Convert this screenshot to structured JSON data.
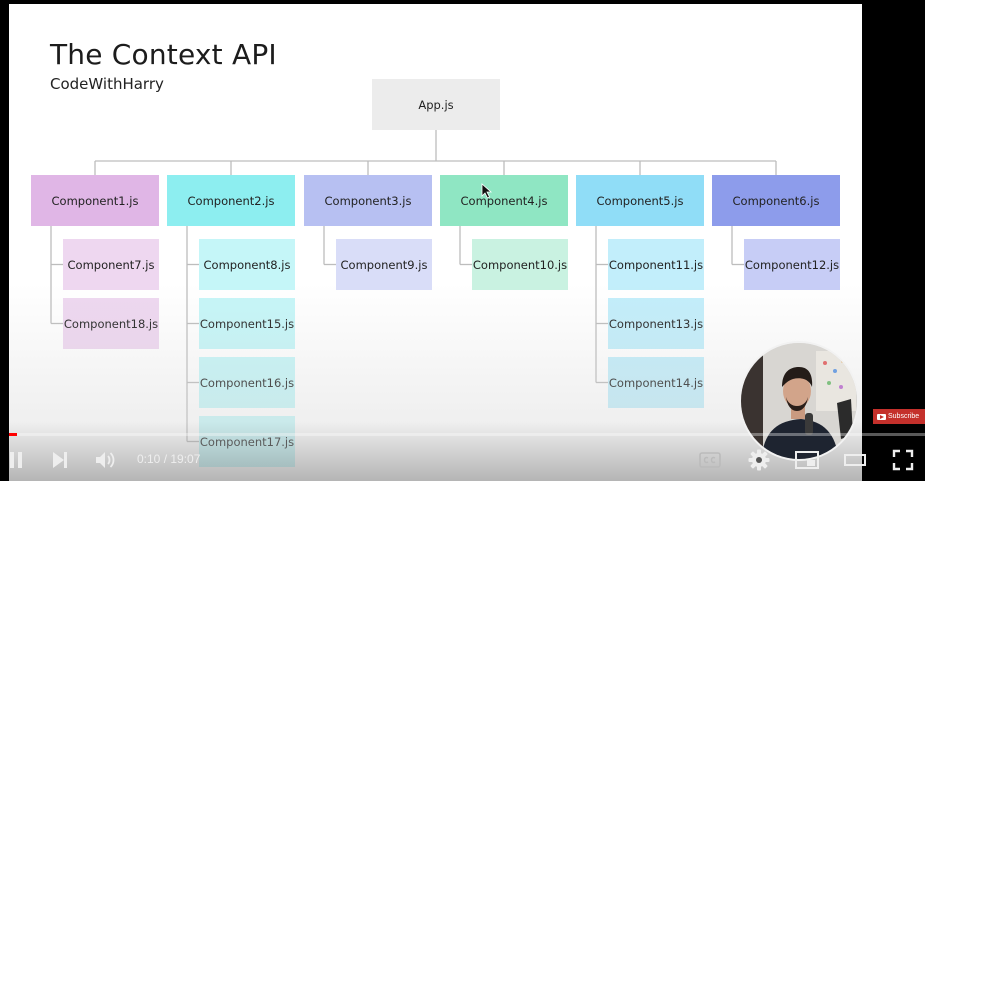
{
  "slide": {
    "title": "The Context API",
    "subtitle": "CodeWithHarry"
  },
  "tree": {
    "root": "App.js",
    "columns": [
      {
        "label": "Component1.js",
        "color": "#e0b6e6",
        "child_color": "#eed7f0",
        "children": [
          "Component7.js",
          "Component18.js"
        ]
      },
      {
        "label": "Component2.js",
        "color": "#8deef0",
        "child_color": "#c5f6f8",
        "children": [
          "Component8.js",
          "Component15.js",
          "Component16.js",
          "Component17.js"
        ]
      },
      {
        "label": "Component3.js",
        "color": "#b7c0f2",
        "child_color": "#d9ddf8",
        "children": [
          "Component9.js"
        ]
      },
      {
        "label": "Component4.js",
        "color": "#8fe6c3",
        "child_color": "#c9f2e1",
        "children": [
          "Component10.js"
        ]
      },
      {
        "label": "Component5.js",
        "color": "#90ddf7",
        "child_color": "#c2eefb",
        "children": [
          "Component11.js",
          "Component13.js",
          "Component14.js"
        ]
      },
      {
        "label": "Component6.js",
        "color": "#8d9ceb",
        "child_color": "#c7cdf6",
        "children": [
          "Component12.js"
        ]
      }
    ]
  },
  "player": {
    "time_current": "0:10",
    "time_separator": " / ",
    "time_total": "19:07",
    "progress_percent": 0.9,
    "subscribe_label": "Subscribe",
    "icons": {
      "pause": "pause-icon",
      "next": "next-icon",
      "volume": "volume-icon",
      "captions": "captions-icon",
      "settings": "settings-gear-icon",
      "miniplayer": "miniplayer-icon",
      "theater": "theater-mode-icon",
      "fullscreen": "fullscreen-icon"
    }
  }
}
